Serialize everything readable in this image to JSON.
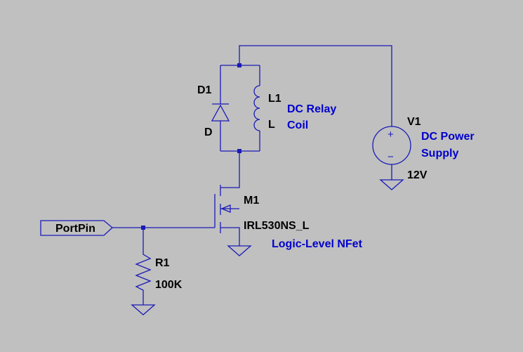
{
  "components": {
    "d1": {
      "ref": "D1",
      "value": "D"
    },
    "l1": {
      "ref": "L1",
      "value": "L"
    },
    "v1": {
      "ref": "V1",
      "value": "12V",
      "plus": "+",
      "minus": "−"
    },
    "m1": {
      "ref": "M1",
      "value": "IRL530NS_L"
    },
    "r1": {
      "ref": "R1",
      "value": "100K"
    }
  },
  "port": {
    "name": "PortPin"
  },
  "comments": {
    "relay": [
      "DC Relay",
      "Coil"
    ],
    "supply": [
      "DC Power",
      "Supply"
    ],
    "nfet": "Logic-Level NFet"
  },
  "colors": {
    "background": "#c0c0c0",
    "wire": "#1a1ab8",
    "comment": "#0000cc",
    "label": "#000000"
  }
}
